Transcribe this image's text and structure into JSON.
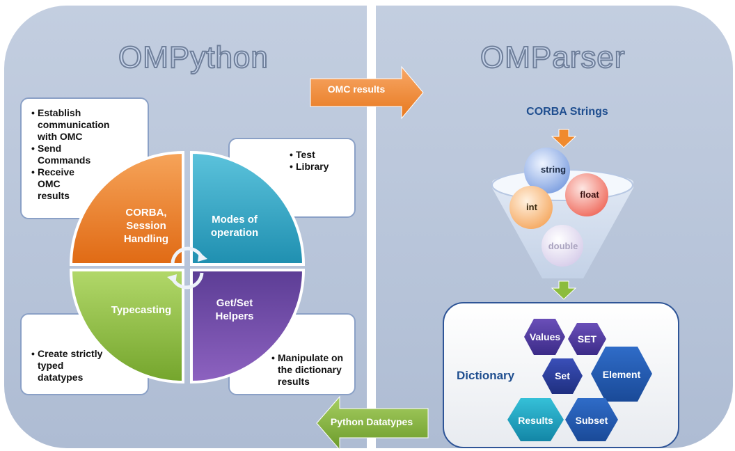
{
  "left_panel": {
    "title": "OMPython",
    "boxes": {
      "corba": [
        "Establish communication with OMC",
        "Send Commands",
        "Receive OMC results"
      ],
      "modes": [
        "Test",
        "Library"
      ],
      "typecasting": [
        "Create strictly typed datatypes"
      ],
      "helpers": [
        "Manipulate on the dictionary results"
      ]
    },
    "quadrants": {
      "corba": "CORBA, Session Handling",
      "modes": "Modes of operation",
      "typecasting": "Typecasting",
      "helpers": "Get/Set Helpers"
    }
  },
  "arrows": {
    "omc_results": "OMC results",
    "python_datatypes": "Python Datatypes"
  },
  "right_panel": {
    "title": "OMParser",
    "funnel_title": "CORBA Strings",
    "bubbles": {
      "string": "string",
      "float": "float",
      "int": "int",
      "double": "double"
    },
    "dictionary": {
      "label": "Dictionary",
      "items": {
        "values": "Values",
        "set_upper": "SET",
        "element": "Element",
        "set": "Set",
        "results": "Results",
        "subset": "Subset"
      }
    }
  },
  "colors": {
    "corba": "#ee7f2d",
    "modes": "#2fa9c6",
    "typecasting": "#8cbb3c",
    "helpers": "#7149a3",
    "hexagon": "#4f3aa6",
    "hexagon_teal": "#1f9fb8"
  }
}
